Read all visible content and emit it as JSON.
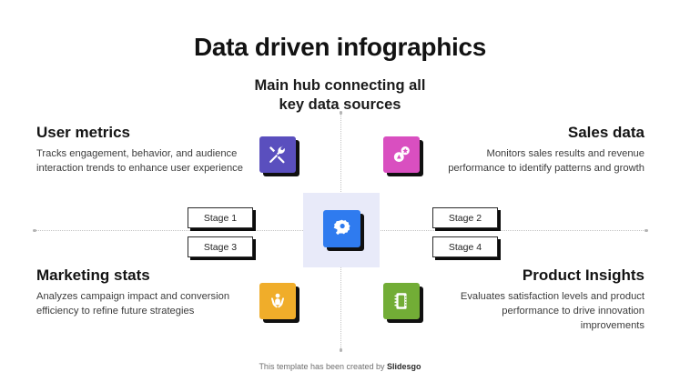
{
  "title": "Data driven infographics",
  "subtitle_line1": "Main hub connecting all",
  "subtitle_line2": "key data sources",
  "blocks": {
    "user_metrics": {
      "heading": "User metrics",
      "body": "Tracks engagement, behavior, and audience interaction trends to enhance user experience",
      "icon": "tools-icon",
      "color": "#5a4fbe"
    },
    "sales_data": {
      "heading": "Sales data",
      "body": "Monitors sales results and revenue performance to identify patterns and growth",
      "icon": "sales-chart-icon",
      "color": "#d94fc0"
    },
    "marketing_stats": {
      "heading": "Marketing stats",
      "body": "Analyzes campaign impact and conversion efficiency to refine future strategies",
      "icon": "hands-person-icon",
      "color": "#f0ad2a"
    },
    "product_insights": {
      "heading": "Product Insights",
      "body": "Evaluates satisfaction levels and product performance to drive innovation improvements",
      "icon": "notebook-icon",
      "color": "#72ad36"
    }
  },
  "hub": {
    "icon": "gear-wrench-icon",
    "color": "#2f7bef",
    "panel_color": "#e8eaf9"
  },
  "stages": [
    {
      "label": "Stage 1"
    },
    {
      "label": "Stage 2"
    },
    {
      "label": "Stage 3"
    },
    {
      "label": "Stage 4"
    }
  ],
  "footer": {
    "text": "This template has been created by ",
    "brand": "Slidesgo"
  }
}
